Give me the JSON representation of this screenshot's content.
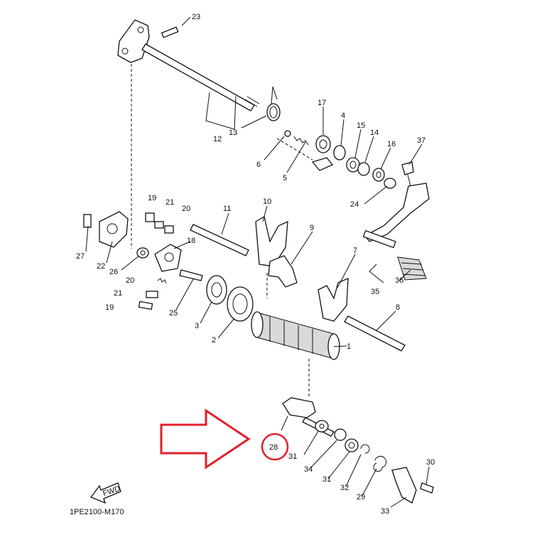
{
  "diagram_code": "1PE2100-M170",
  "fwd_label": "FWD",
  "highlight": {
    "part": "28",
    "color": "#e0202a"
  },
  "callouts": [
    "1",
    "2",
    "3",
    "4",
    "5",
    "6",
    "7",
    "8",
    "9",
    "10",
    "11",
    "12",
    "13",
    "14",
    "15",
    "16",
    "17",
    "18",
    "19",
    "19",
    "20",
    "20",
    "21",
    "21",
    "22",
    "23",
    "24",
    "25",
    "26",
    "27",
    "28",
    "29",
    "30",
    "31",
    "31",
    "32",
    "33",
    "34",
    "35",
    "36",
    "37"
  ]
}
